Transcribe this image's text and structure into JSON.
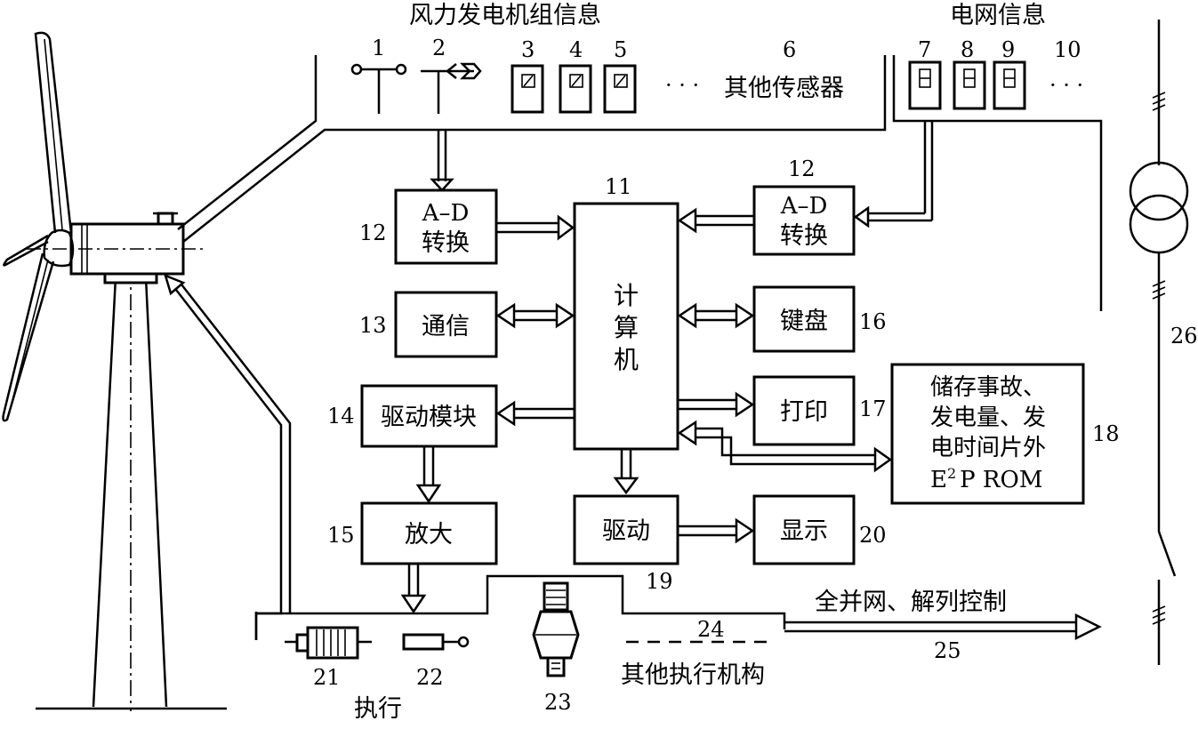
{
  "headers": {
    "turbine_info": "风力发电机组信息",
    "grid_info": "电网信息"
  },
  "sensors": {
    "n1": "1",
    "n2": "2",
    "n3": "3",
    "n4": "4",
    "n5": "5",
    "n6": "6",
    "n7": "7",
    "n8": "8",
    "n9": "9",
    "n10": "10",
    "dots_left": "· · ·",
    "dots_right": "· · ·",
    "other_sensors": "其他传感器"
  },
  "blocks": {
    "ad_left": {
      "line1": "A–D",
      "line2": "转换",
      "num": "12"
    },
    "ad_right": {
      "line1": "A–D",
      "line2": "转换",
      "num": "12"
    },
    "computer": {
      "c1": "计",
      "c2": "算",
      "c3": "机",
      "num": "11"
    },
    "comm": {
      "label": "通信",
      "num": "13"
    },
    "keyboard": {
      "label": "键盘",
      "num": "16"
    },
    "drive_module": {
      "label": "驱动模块",
      "num": "14"
    },
    "print": {
      "label": "打印",
      "num": "17"
    },
    "storage": {
      "line1": "储存事故、",
      "line2": "发电量、发",
      "line3": "电时间片外",
      "line4_base": "E",
      "line4_sup": "2",
      "line4_rest": "P ROM",
      "num": "18"
    },
    "amplify": {
      "label": "放大",
      "num": "15"
    },
    "drive": {
      "label": "驱动",
      "num": "19"
    },
    "display": {
      "label": "显示",
      "num": "20"
    }
  },
  "actuators": {
    "n21": "21",
    "n22": "22",
    "n23": "23",
    "n24": "24",
    "execute": "执行",
    "other_actuators": "其他执行机构"
  },
  "grid_control": {
    "label": "全并网、解列控制",
    "num": "25"
  },
  "grid_line": {
    "num": "26"
  }
}
